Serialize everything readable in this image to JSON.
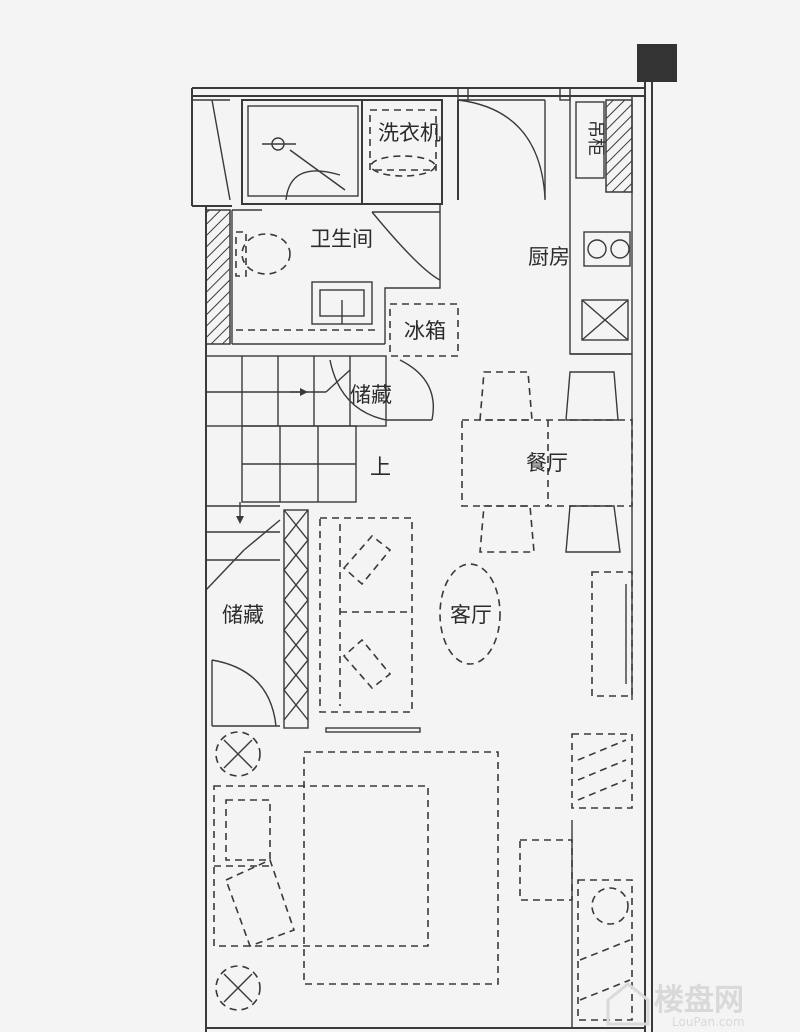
{
  "rooms": {
    "washing_machine": "洗衣机",
    "bathroom": "卫生间",
    "fridge": "冰箱",
    "kitchen": "厨房",
    "storage_upper": "储藏",
    "dining": "餐厅",
    "stairs_up": "上",
    "living": "客厅",
    "storage_lower": "储藏",
    "cabinet": "吊柜"
  },
  "watermark": {
    "brand": "楼盘网",
    "url": "LouPan.com"
  },
  "colors": {
    "line": "#3a3a3a",
    "background": "#f4f4f4",
    "corner_block": "#333333"
  }
}
